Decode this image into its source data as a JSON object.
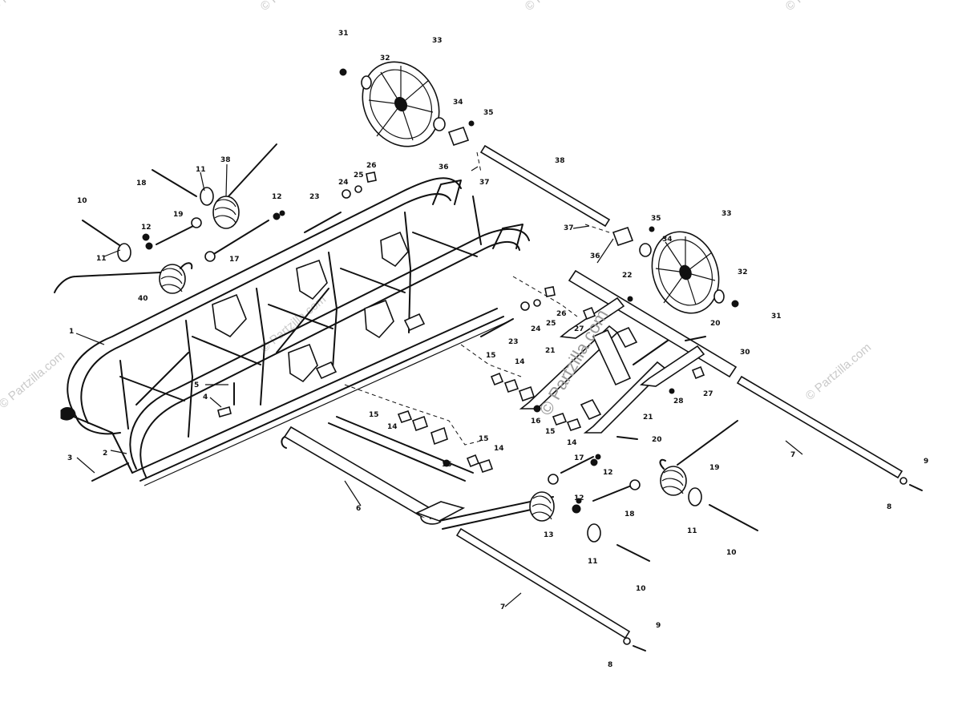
{
  "watermarks": {
    "corner": "© Partzilla.com",
    "center": "© Partzilla.com"
  },
  "callouts": {
    "n1": "1",
    "n2": "2",
    "n3": "3",
    "n4": "4",
    "n5": "5",
    "n6": "6",
    "n7": "7",
    "n8": "8",
    "n9": "9",
    "n10": "10",
    "n11": "11",
    "n12": "12",
    "n13": "13",
    "n14": "14",
    "n15": "15",
    "n16": "16",
    "n17": "17",
    "n18": "18",
    "n19": "19",
    "n20": "20",
    "n21": "21",
    "n22": "22",
    "n23": "23",
    "n24": "24",
    "n25": "25",
    "n26": "26",
    "n27": "27",
    "n28": "28",
    "n30": "30",
    "n31": "31",
    "n32": "32",
    "n33": "33",
    "n34": "34",
    "n35": "35",
    "n36": "36",
    "n37": "37",
    "n38": "38",
    "n40": "40"
  },
  "colors": {
    "ink": "#111111",
    "paper": "#ffffff",
    "watermark": "#c9c9c9"
  }
}
